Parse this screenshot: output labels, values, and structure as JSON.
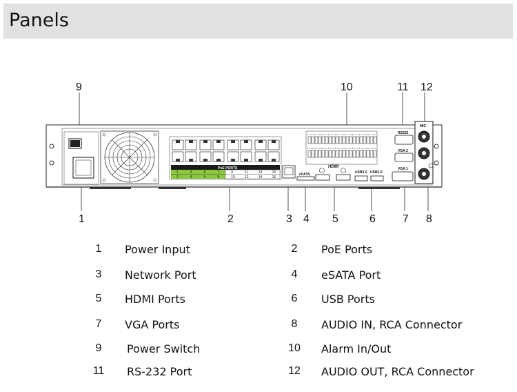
{
  "page": {
    "title": "Panels"
  },
  "callouts": {
    "c1": "1",
    "c2": "2",
    "c3": "3",
    "c4": "4",
    "c5": "5",
    "c6": "6",
    "c7": "7",
    "c8": "8",
    "c9": "9",
    "c10": "10",
    "c11": "11",
    "c12": "12"
  },
  "panel_labels": {
    "poe_ports": "PoE PORTS",
    "poe_numbers_top": [
      "1",
      "3",
      "5",
      "7",
      "9",
      "11",
      "13",
      "15"
    ],
    "poe_numbers_bottom": [
      "2",
      "4",
      "6",
      "8",
      "10",
      "12",
      "14",
      "16"
    ],
    "esata": "eSATA",
    "hdmi_logo": "HDMI",
    "usb1": "USB3.0",
    "usb2": "USB3.0",
    "rs232": "RS232",
    "vga2": "VGA 2",
    "vga1": "VGA 1",
    "mic": "MIC"
  },
  "legend": [
    {
      "num": "1",
      "label": "Power Input"
    },
    {
      "num": "2",
      "label": "PoE Ports"
    },
    {
      "num": "3",
      "label": "Network Port"
    },
    {
      "num": "4",
      "label": "eSATA Port"
    },
    {
      "num": "5",
      "label": "HDMI Ports"
    },
    {
      "num": "6",
      "label": "USB Ports"
    },
    {
      "num": "7",
      "label": "VGA Ports"
    },
    {
      "num": "8",
      "label": "AUDIO IN, RCA Connector"
    },
    {
      "num": "9",
      "label": "Power Switch"
    },
    {
      "num": "10",
      "label": "Alarm In/Out"
    },
    {
      "num": "11",
      "label": "RS-232 Port"
    },
    {
      "num": "12",
      "label": "AUDIO OUT, RCA Connector"
    }
  ],
  "colors": {
    "header_bg": "#e2e2e2",
    "poe_green": "#8dc63f",
    "poe_bar": "#1a1a1a"
  }
}
